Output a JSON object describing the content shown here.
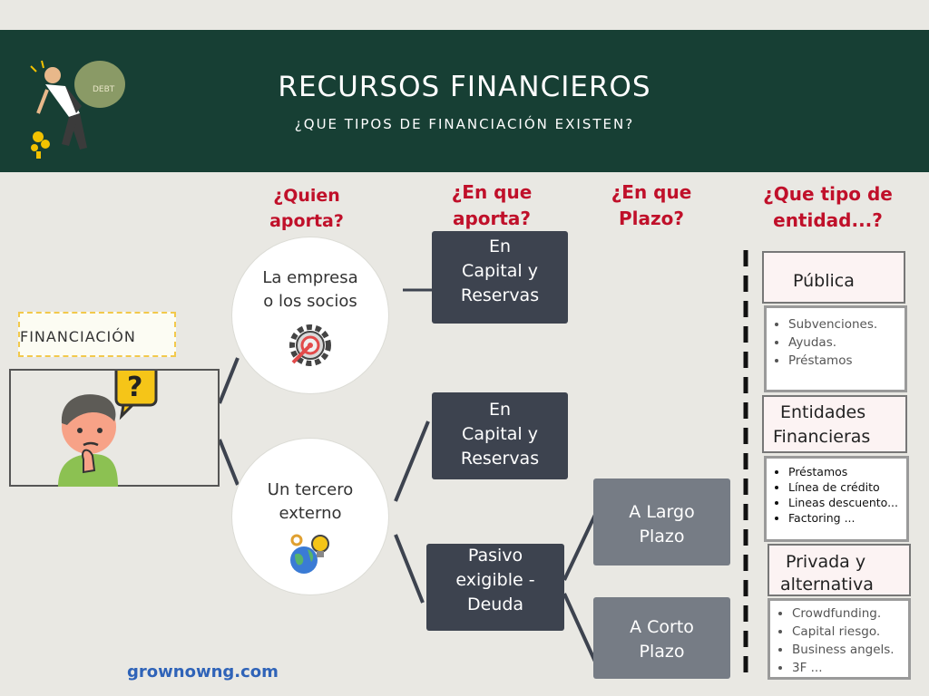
{
  "header": {
    "title": "RECURSOS FINANCIEROS",
    "subtitle": "¿QUE TIPOS DE FINANCIACIÓN EXISTEN?"
  },
  "questions": {
    "quien_1": "¿Quien",
    "quien_2": "aporta?",
    "en_que_1": "¿En que",
    "en_que_2": "aporta?",
    "plazo_1": "¿En que",
    "plazo_2": "Plazo?",
    "entidad_1": "¿Que tipo de",
    "entidad_2": "entidad...?"
  },
  "root": {
    "label": "FINANCIACIÓN"
  },
  "sources": {
    "empresa_1": "La empresa",
    "empresa_2": "o los socios",
    "tercero_1": "Un tercero",
    "tercero_2": "externo"
  },
  "contributions": {
    "top_1": "En",
    "top_2": "Capital y",
    "top_3": "Reservas",
    "mid_1": "En",
    "mid_2": "Capital y",
    "mid_3": "Reservas",
    "deuda_1": "Pasivo",
    "deuda_2": "exigible -",
    "deuda_3": "Deuda"
  },
  "terms": {
    "largo_1": "A Largo",
    "largo_2": "Plazo",
    "corto_1": "A Corto",
    "corto_2": "Plazo"
  },
  "entities": {
    "publica": {
      "title": "Pública",
      "items": [
        "Subvenciones.",
        "Ayudas.",
        "Préstamos"
      ]
    },
    "financieras": {
      "title_1": "Entidades",
      "title_2": "Financieras",
      "items": [
        "Préstamos",
        "Línea de crédito",
        "Lineas descuento...",
        "Factoring ..."
      ]
    },
    "privada": {
      "title_1": "Privada y",
      "title_2": "alternativa",
      "items": [
        "Crowdfunding.",
        "Capital riesgo.",
        "Business angels.",
        "3F ..."
      ]
    }
  },
  "footer": {
    "site": "grownowng.com"
  },
  "colors": {
    "header_bg": "#173f34",
    "question_red": "#c0102a",
    "dark_box": "#3d434f",
    "grey_box": "#767c85",
    "link_blue": "#2f63b8"
  },
  "icons": [
    "debt-man-illustration",
    "target-gear-icon",
    "globe-lightbulb-icon",
    "confused-person-icon"
  ]
}
